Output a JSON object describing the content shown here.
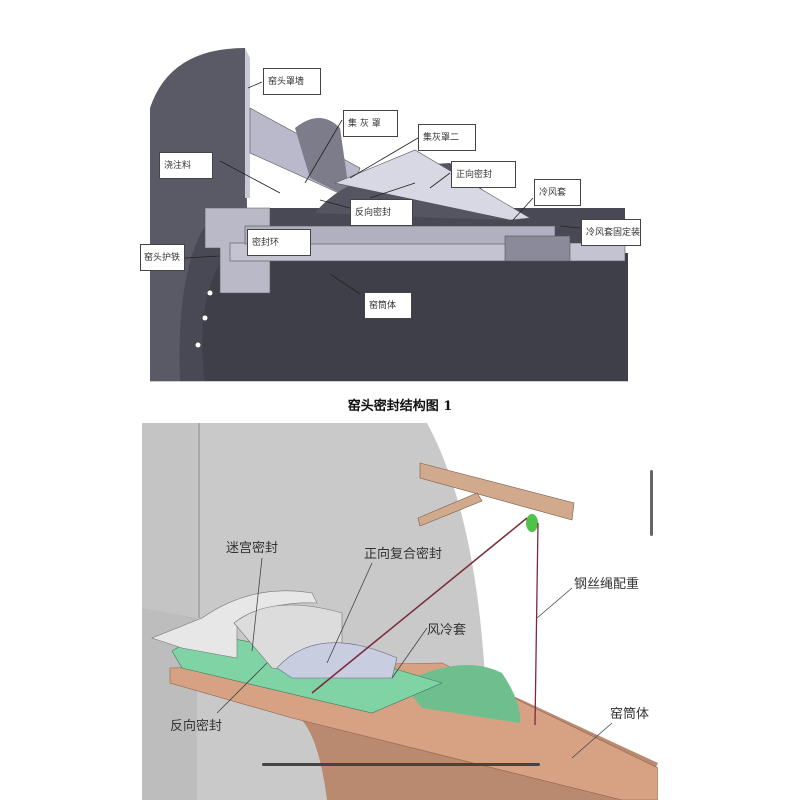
{
  "figure1": {
    "caption": "窑头密封结构图 1",
    "labels": {
      "hood_wall": "窑头罩墙",
      "ash_hood": "集 灰 罩",
      "ash_hood_2": "集灰罩二",
      "castable": "浇注料",
      "forward_seal": "正向密封",
      "cooling_jacket": "冷风套",
      "reverse_seal": "反向密封",
      "seal_ring": "密封环",
      "jacket_fixture": "冷风套固定装置",
      "kiln_head_guard": "窑头护铁",
      "kiln_shell": "窑筒体"
    }
  },
  "figure2": {
    "labels": {
      "labyrinth_seal": "迷宫密封",
      "forward_composite_seal": "正向复合密封",
      "air_cooling_jacket": "风冷套",
      "wire_rope_counterweight": "钢丝绳配重",
      "reverse_seal": "反向密封",
      "kiln_shell": "窑筒体"
    }
  },
  "colors": {
    "shell": "#4a4a55",
    "green": "#7fd3a4",
    "copper": "#d7a184",
    "wall": "#c8c8c8"
  }
}
